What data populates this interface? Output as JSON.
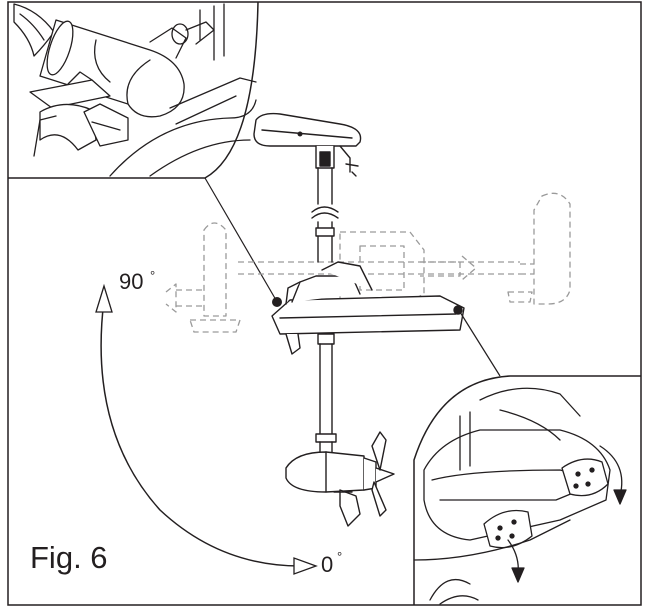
{
  "figure": {
    "label": "Fig. 6",
    "angle_upper": "90",
    "angle_lower": "0",
    "degree_symbol": "°"
  },
  "colors": {
    "line": "#231f20",
    "ghost": "#9a9a9a",
    "background": "#ffffff"
  },
  "icons": {
    "rotation_arrow": "curved-double-arrow-icon",
    "tilt_arrows": "curved-arrow-icon"
  }
}
